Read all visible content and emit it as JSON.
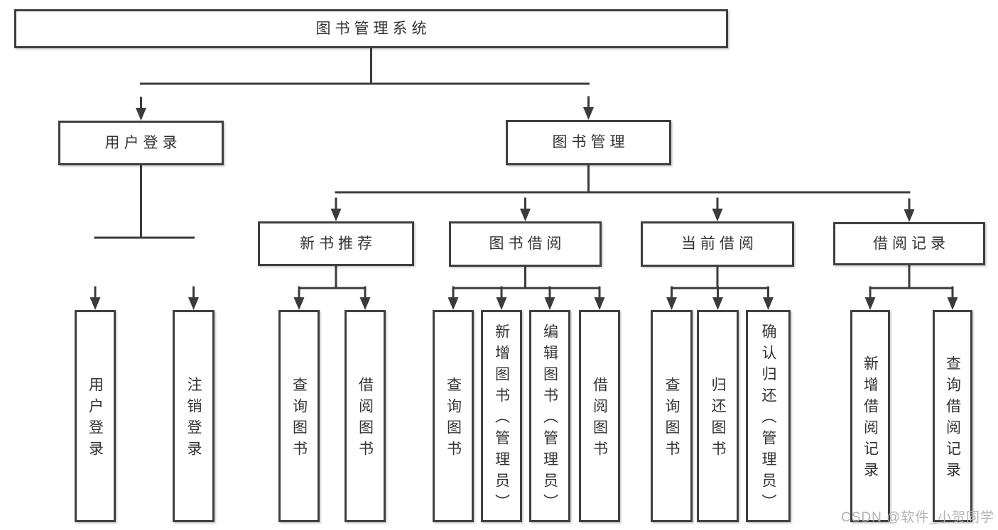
{
  "diagram": {
    "title": "图书管理系统",
    "nodes": [
      {
        "id": "root",
        "label": "图书管理系统"
      },
      {
        "id": "login",
        "label": "用户登录"
      },
      {
        "id": "mgmt",
        "label": "图书管理"
      },
      {
        "id": "newbook",
        "label": "新书推荐"
      },
      {
        "id": "borrow",
        "label": "图书借阅"
      },
      {
        "id": "current",
        "label": "当前借阅"
      },
      {
        "id": "record",
        "label": "借阅记录"
      },
      {
        "id": "login-user",
        "label": "用户登录",
        "vertical": true
      },
      {
        "id": "login-logout",
        "label": "注销登录",
        "vertical": true
      },
      {
        "id": "new-query",
        "label": "查询图书",
        "vertical": true
      },
      {
        "id": "new-borrow",
        "label": "借阅图书",
        "vertical": true
      },
      {
        "id": "borrow-query",
        "label": "查询图书",
        "vertical": true
      },
      {
        "id": "borrow-add",
        "label": "新增图书（管理员）",
        "vertical": true
      },
      {
        "id": "borrow-edit",
        "label": "编辑图书（管理员）",
        "vertical": true
      },
      {
        "id": "borrow-lend",
        "label": "借阅图书",
        "vertical": true
      },
      {
        "id": "cur-query",
        "label": "查询图书",
        "vertical": true
      },
      {
        "id": "cur-return",
        "label": "归还图书",
        "vertical": true
      },
      {
        "id": "cur-confirm",
        "label": "确认归还（管理员）",
        "vertical": true
      },
      {
        "id": "rec-add",
        "label": "新增借阅记录",
        "vertical": true
      },
      {
        "id": "rec-query",
        "label": "查询借阅记录",
        "vertical": true
      }
    ],
    "edges": [
      {
        "from": "root",
        "to": [
          "login",
          "mgmt"
        ]
      },
      {
        "from": "login",
        "to": [
          "login-user",
          "login-logout"
        ]
      },
      {
        "from": "mgmt",
        "to": [
          "newbook",
          "borrow",
          "current",
          "record"
        ]
      },
      {
        "from": "newbook",
        "to": [
          "new-query",
          "new-borrow"
        ]
      },
      {
        "from": "borrow",
        "to": [
          "borrow-query",
          "borrow-add",
          "borrow-edit",
          "borrow-lend"
        ]
      },
      {
        "from": "current",
        "to": [
          "cur-query",
          "cur-return",
          "cur-confirm"
        ]
      },
      {
        "from": "record",
        "to": [
          "rec-add",
          "rec-query"
        ]
      }
    ],
    "colors": {
      "line": "#3b3b3b",
      "box_border": "#3f3f3f",
      "text": "#333333",
      "watermark": "#b3b3b3"
    }
  },
  "watermark": {
    "text": "CSDN @软件_小贺同学"
  }
}
